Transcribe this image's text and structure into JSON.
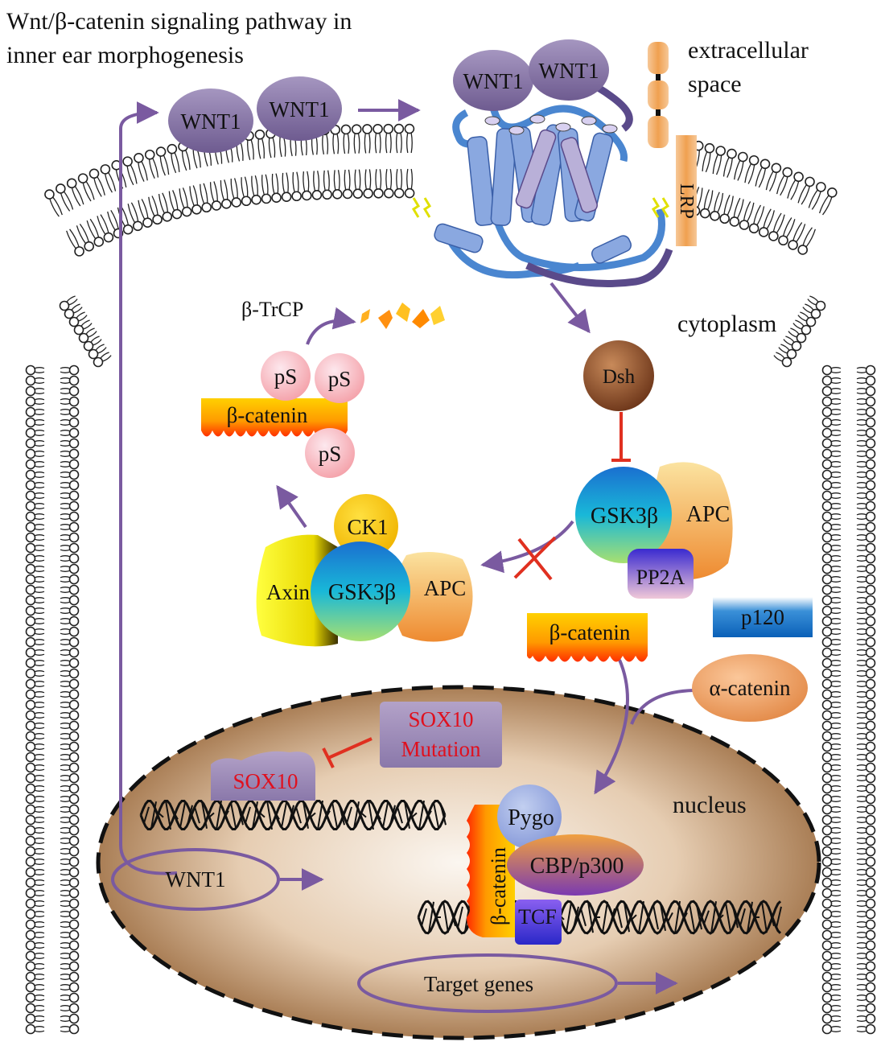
{
  "title": {
    "line1": "Wnt/β-catenin signaling pathway in",
    "line2": "inner ear morphogenesis"
  },
  "labels": {
    "extracellular_line1": "extracellular",
    "extracellular_line2": "space",
    "cytoplasm": "cytoplasm",
    "nucleus": "nucleus",
    "lrp": "LRP",
    "wnt1_free_a": "WNT1",
    "wnt1_free_b": "WNT1",
    "wnt1_bound_a": "WNT1",
    "wnt1_bound_b": "WNT1",
    "beta_trcp": "β-TrCP",
    "ps_1": "pS",
    "ps_2": "pS",
    "ps_3": "pS",
    "beta_catenin_phospho": "β-catenin",
    "dsh": "Dsh",
    "gsk3b_inactive": "GSK3β",
    "apc_inactive": "APC",
    "pp2a": "PP2A",
    "ck1": "CK1",
    "axin": "Axin",
    "gsk3b_complex": "GSK3β",
    "apc_complex": "APC",
    "beta_catenin_free": "β-catenin",
    "p120": "p120",
    "alpha_catenin": "α-catenin",
    "sox10_mutation_line1": "SOX10",
    "sox10_mutation_line2": "Mutation",
    "sox10": "SOX10",
    "pygo": "Pygo",
    "beta_catenin_nuclear": "β-catenin",
    "cbp_p300": "CBP/p300",
    "tcf": "TCF",
    "wnt1_gene": "WNT1",
    "target_genes": "Target genes"
  },
  "colors": {
    "pathway_arrow": "#7a5aa0",
    "inhibition": "#e03020",
    "mutation_text": "#e0101e",
    "wnt_protein": "#8a78a8",
    "receptor_blue": "#6a9ad8",
    "receptor_purple": "#5a4a8a",
    "nucleus_fill": "#c9a27a"
  }
}
